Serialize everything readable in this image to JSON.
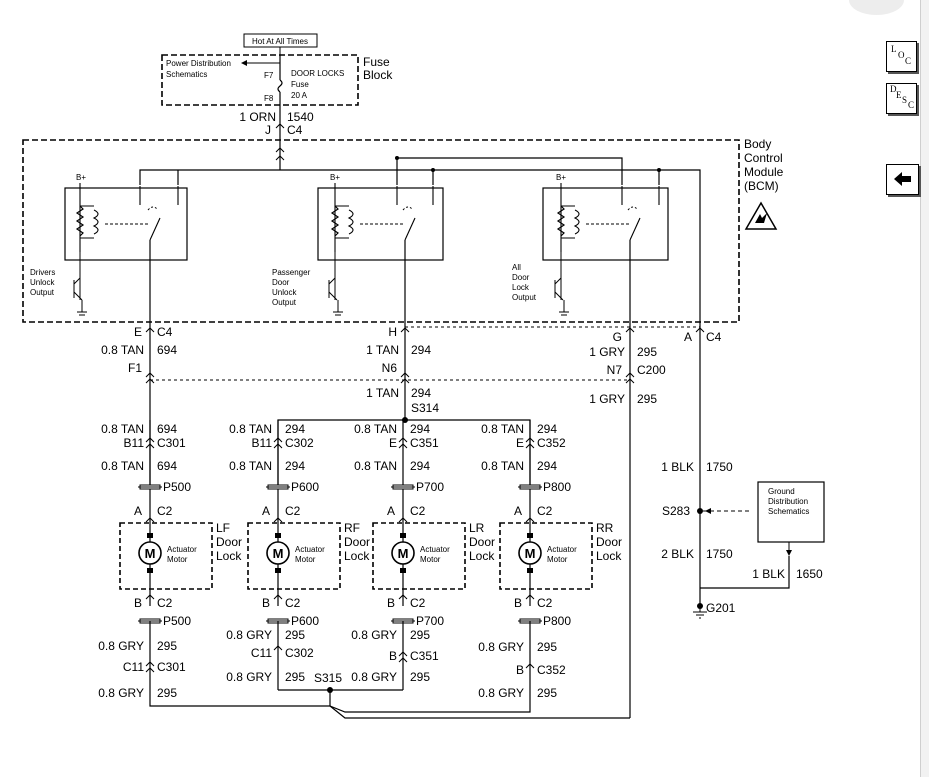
{
  "fuse_block": {
    "hot_label": "Hot At All Times",
    "power_ref_line1": "Power Distribution",
    "power_ref_line2": "Schematics",
    "title_line1": "Fuse",
    "title_line2": "Block",
    "pin_top": "F7",
    "pin_bottom": "F8",
    "fuse_name": "DOOR LOCKS",
    "fuse_word": "Fuse",
    "fuse_rating": "20 A",
    "wire_gauge": "1 ORN",
    "wire_circuit": "1540",
    "conn_pin": "J",
    "conn": "C4"
  },
  "bcm": {
    "title_line1": "Body",
    "title_line2": "Control",
    "title_line3": "Module",
    "title_line4": "(BCM)",
    "b_plus": "B+",
    "driver_output": [
      "Drivers",
      "Unlock",
      "Output"
    ],
    "passenger_output": [
      "Passenger",
      "Door",
      "Unlock",
      "Output"
    ],
    "all_door_output": [
      "All",
      "Door",
      "Lock",
      "Output"
    ]
  },
  "bcm_outputs": {
    "e": {
      "pin": "E",
      "conn": "C4",
      "gauge": "0.8 TAN",
      "circuit": "694",
      "inline_pin": "F1"
    },
    "h": {
      "pin": "H",
      "gauge": "1 TAN",
      "circuit": "294",
      "inline_pin": "N6"
    },
    "g": {
      "pin": "G",
      "gauge": "1 GRY",
      "circuit": "295",
      "inline_pin": "N7",
      "inline_conn": "C200"
    },
    "a": {
      "pin": "A",
      "conn": "C4"
    }
  },
  "splices": {
    "s314": {
      "gauge": "1 TAN",
      "circuit": "294",
      "name": "S314"
    },
    "s315": {
      "name": "S315"
    },
    "s283": {
      "name": "S283"
    },
    "gry_feed": {
      "gauge": "1 GRY",
      "circuit": "295"
    }
  },
  "ground": {
    "ref_line1": "Ground",
    "ref_line2": "Distribution",
    "ref_line3": "Schematics",
    "w1_gauge": "1 BLK",
    "w1_circuit": "1750",
    "w2_gauge": "2 BLK",
    "w2_circuit": "1750",
    "w3_gauge": "1 BLK",
    "w3_circuit": "1650",
    "name": "G201"
  },
  "doors": [
    {
      "t_gauge": "0.8 TAN",
      "t_circuit": "694",
      "t_pin": "B11",
      "t_conn": "C301",
      "m_gauge": "0.8 TAN",
      "m_circuit": "694",
      "p_top": "P500",
      "a_pin": "A",
      "a_conn": "C2",
      "b_pin": "B",
      "b_conn": "C2",
      "p_bot": "P500",
      "g_gauge": "0.8 GRY",
      "g_circuit": "295",
      "g_pin": "C11",
      "g_conn": "C301",
      "g2_gauge": "0.8 GRY",
      "g2_circuit": "295",
      "motor": "M",
      "act1": "Actuator",
      "act2": "Motor",
      "name1": "LF",
      "name2": "Door",
      "name3": "Lock"
    },
    {
      "t_gauge": "0.8 TAN",
      "t_circuit": "294",
      "t_pin": "B11",
      "t_conn": "C302",
      "m_gauge": "0.8 TAN",
      "m_circuit": "294",
      "p_top": "P600",
      "a_pin": "A",
      "a_conn": "C2",
      "b_pin": "B",
      "b_conn": "C2",
      "p_bot": "P600",
      "g_gauge": "0.8 GRY",
      "g_circuit": "295",
      "g_pin": "C11",
      "g_conn": "C302",
      "g2_gauge": "0.8 GRY",
      "g2_circuit": "295",
      "motor": "M",
      "act1": "Actuator",
      "act2": "Motor",
      "name1": "RF",
      "name2": "Door",
      "name3": "Lock"
    },
    {
      "t_gauge": "0.8 TAN",
      "t_circuit": "294",
      "t_pin": "E",
      "t_conn": "C351",
      "m_gauge": "0.8 TAN",
      "m_circuit": "294",
      "p_top": "P700",
      "a_pin": "A",
      "a_conn": "C2",
      "b_pin": "B",
      "b_conn": "C2",
      "p_bot": "P700",
      "g_gauge": "0.8 GRY",
      "g_circuit": "295",
      "g_pin": "B",
      "g_conn": "C351",
      "g2_gauge": "0.8 GRY",
      "g2_circuit": "295",
      "motor": "M",
      "act1": "Actuator",
      "act2": "Motor",
      "name1": "LR",
      "name2": "Door",
      "name3": "Lock"
    },
    {
      "t_gauge": "0.8 TAN",
      "t_circuit": "294",
      "t_pin": "E",
      "t_conn": "C352",
      "m_gauge": "0.8 TAN",
      "m_circuit": "294",
      "p_top": "P800",
      "a_pin": "A",
      "a_conn": "C2",
      "b_pin": "B",
      "b_conn": "C2",
      "p_bot": "P800",
      "g_gauge": "0.8 GRY",
      "g_circuit": "295",
      "g_pin": "B",
      "g_conn": "C352",
      "g2_gauge": "0.8 GRY",
      "g2_circuit": "295",
      "motor": "M",
      "act1": "Actuator",
      "act2": "Motor",
      "name1": "RR",
      "name2": "Door",
      "name3": "Lock"
    }
  ],
  "nav": {
    "loc_a": "L",
    "loc_b": "O",
    "loc_c": "C",
    "desc_a": "D",
    "desc_b": "E",
    "desc_c": "S",
    "desc_d": "C",
    "back_icon": "left-arrow-icon"
  }
}
